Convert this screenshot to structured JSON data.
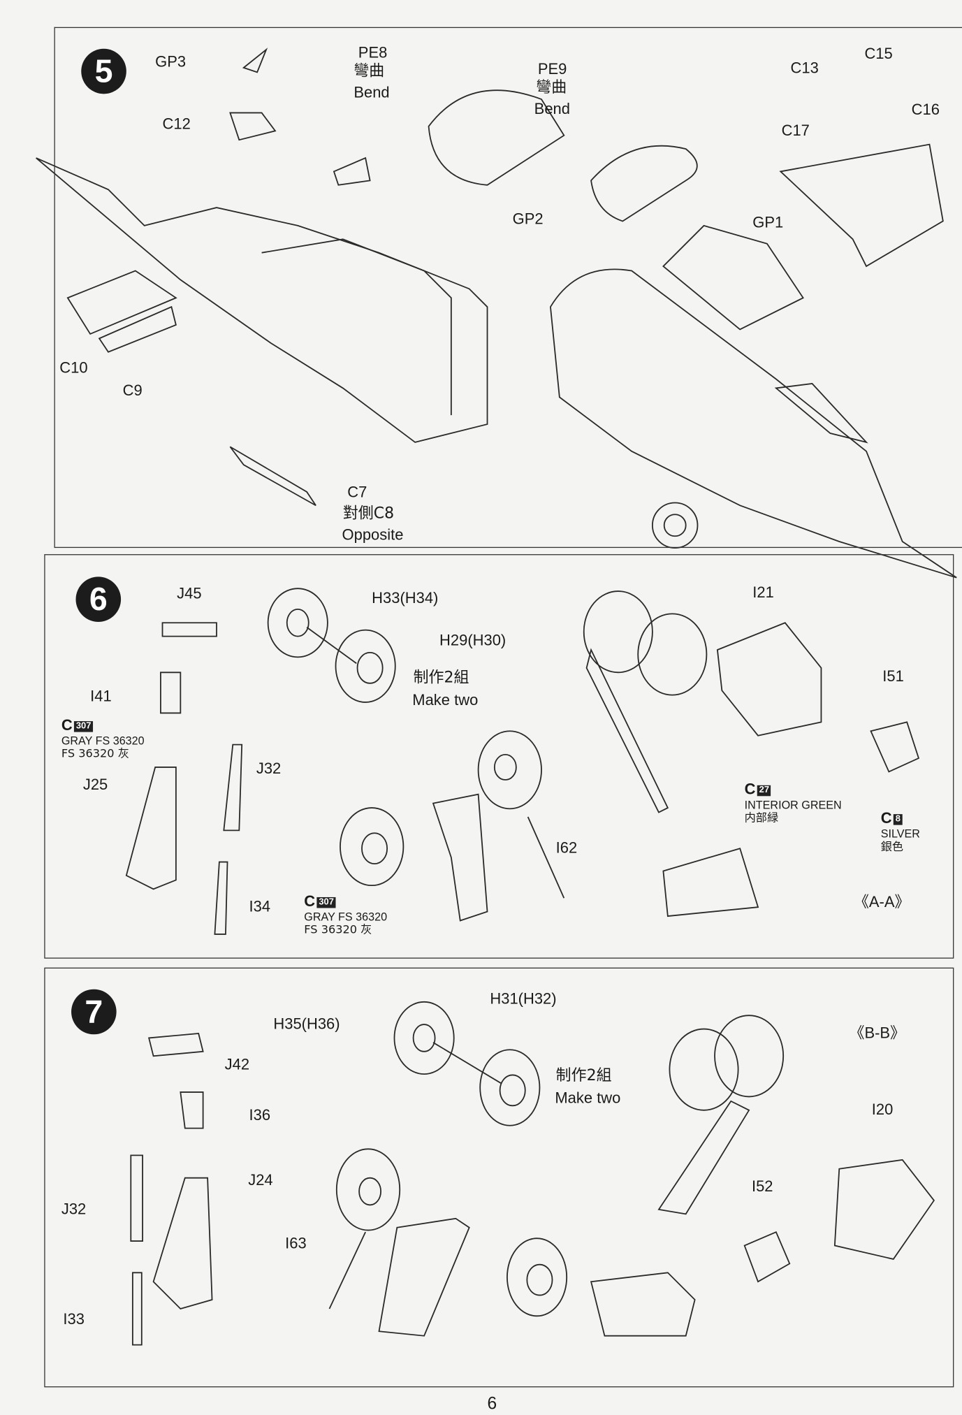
{
  "page_number": "6",
  "steps": [
    {
      "number": "5",
      "labels": {
        "gp3": "GP3",
        "c12": "C12",
        "pe8": "PE8",
        "pe8_bend_cn": "彎曲",
        "pe8_bend": "Bend",
        "pe9": "PE9",
        "pe9_bend_cn": "彎曲",
        "pe9_bend": "Bend",
        "c13": "C13",
        "c15": "C15",
        "c16": "C16",
        "c17": "C17",
        "gp1": "GP1",
        "gp2": "GP2",
        "c10": "C10",
        "c9": "C9",
        "c7": "C7",
        "opposite_cn": "對側C8",
        "opposite": "Opposite"
      }
    },
    {
      "number": "6",
      "labels": {
        "j45": "J45",
        "h33": "H33(H34)",
        "h29": "H29(H30)",
        "make_two_cn": "制作2組",
        "make_two": "Make two",
        "i41": "I41",
        "j32": "J32",
        "j25": "J25",
        "i62": "I62",
        "i34": "I34",
        "i21": "I21",
        "i51": "I51",
        "section": "《A-A》"
      },
      "paints": [
        {
          "prefix": "C",
          "code": "307",
          "name": "GRAY FS 36320",
          "name_cn": "FS  36320 灰"
        },
        {
          "prefix": "C",
          "code": "307",
          "name": "GRAY FS 36320",
          "name_cn": "FS  36320 灰"
        },
        {
          "prefix": "C",
          "code": "27",
          "name": "INTERIOR GREEN",
          "name_cn": "内部緑"
        },
        {
          "prefix": "C",
          "code": "8",
          "name": "SILVER",
          "name_cn": "銀色"
        }
      ]
    },
    {
      "number": "7",
      "labels": {
        "h31": "H31(H32)",
        "h35": "H35(H36)",
        "section": "《B-B》",
        "j42": "J42",
        "i36": "I36",
        "make_two_cn": "制作2組",
        "make_two": "Make two",
        "i20": "I20",
        "j24": "J24",
        "j32": "J32",
        "i52": "I52",
        "i63": "I63",
        "i33": "I33"
      }
    }
  ]
}
